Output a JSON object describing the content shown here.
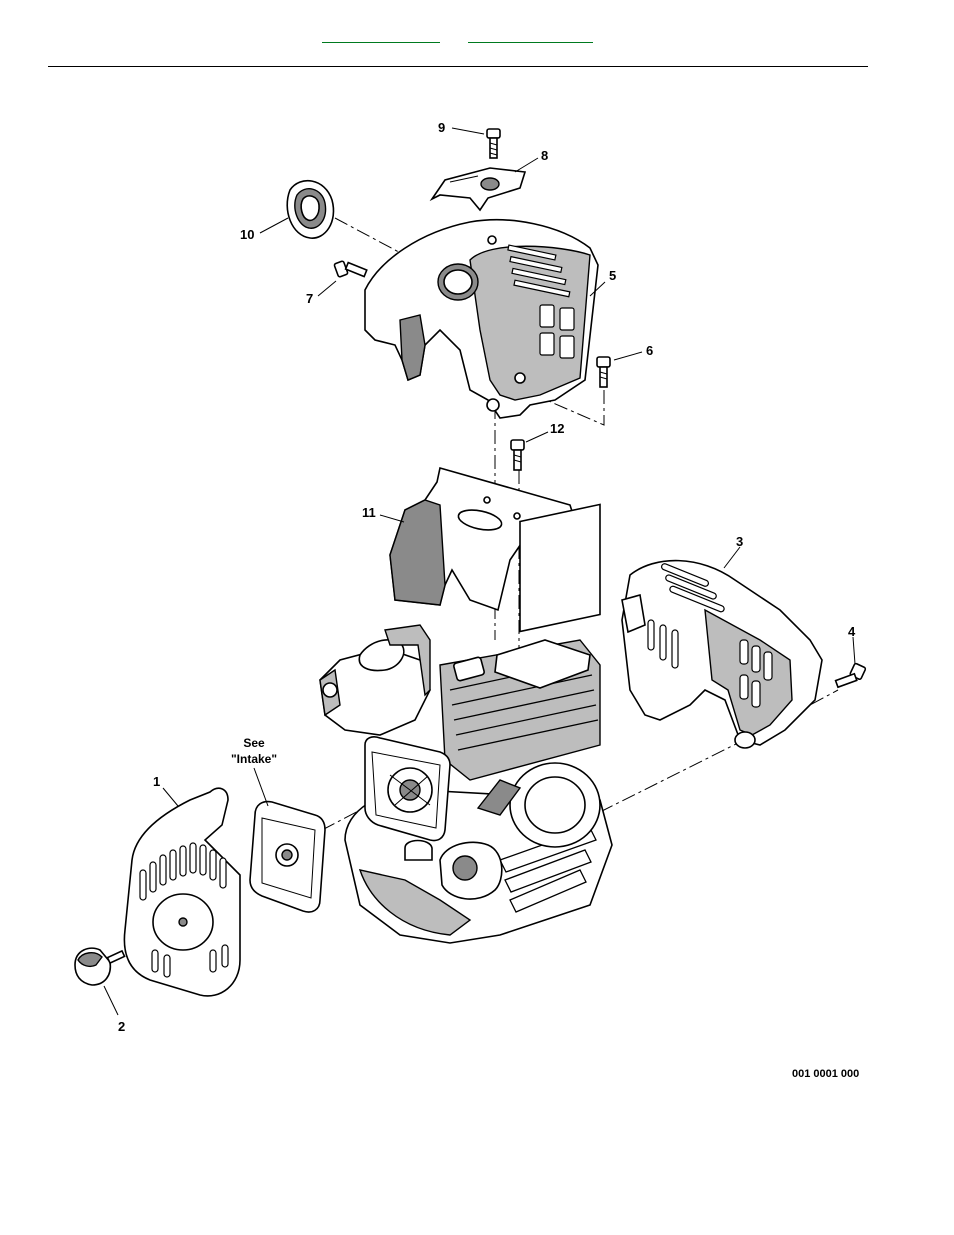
{
  "header": {
    "link_left": "",
    "link_right": ""
  },
  "figure": {
    "callouts": [
      "1",
      "2",
      "3",
      "4",
      "5",
      "6",
      "7",
      "8",
      "9",
      "10",
      "11",
      "12"
    ],
    "see_note_line1": "See",
    "see_note_line2": "\"Intake\"",
    "figure_code": "001 0001 000"
  }
}
